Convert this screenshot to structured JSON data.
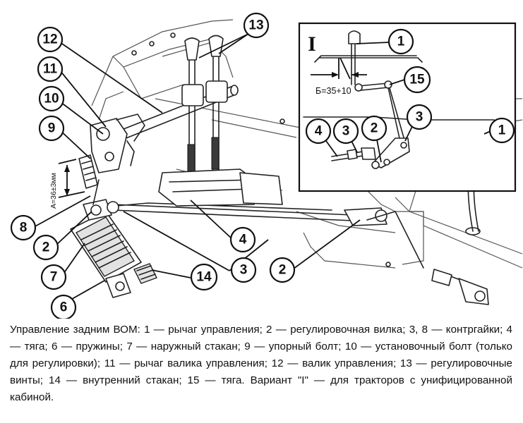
{
  "diagram": {
    "inset_label": "I",
    "dimension_vertical": "А=36±3мм",
    "dimension_inset": "Б=35+10",
    "callouts": {
      "main": [
        "13",
        "12",
        "11",
        "10",
        "9",
        "8",
        "2",
        "7",
        "6",
        "14",
        "3",
        "2",
        "4",
        "1"
      ],
      "inset": [
        "1",
        "15",
        "3",
        "2",
        "4",
        "3"
      ]
    }
  },
  "caption": "Управление задним ВОМ: 1 — рычаг управления; 2 — регулировочная вилка; 3, 8 — контргайки; 4 — тяга; 6 — пружины; 7 — наружный стакан; 9 — упорный болт; 10 — установочный болт (только для регулировки); 11 — рычаг валика управления; 12 — валик управления; 13 — регулировочные винты; 14 — внутренний стакан; 15 — тяга. Вариант \"I\" — для тракторов с унифицированной кабиной."
}
